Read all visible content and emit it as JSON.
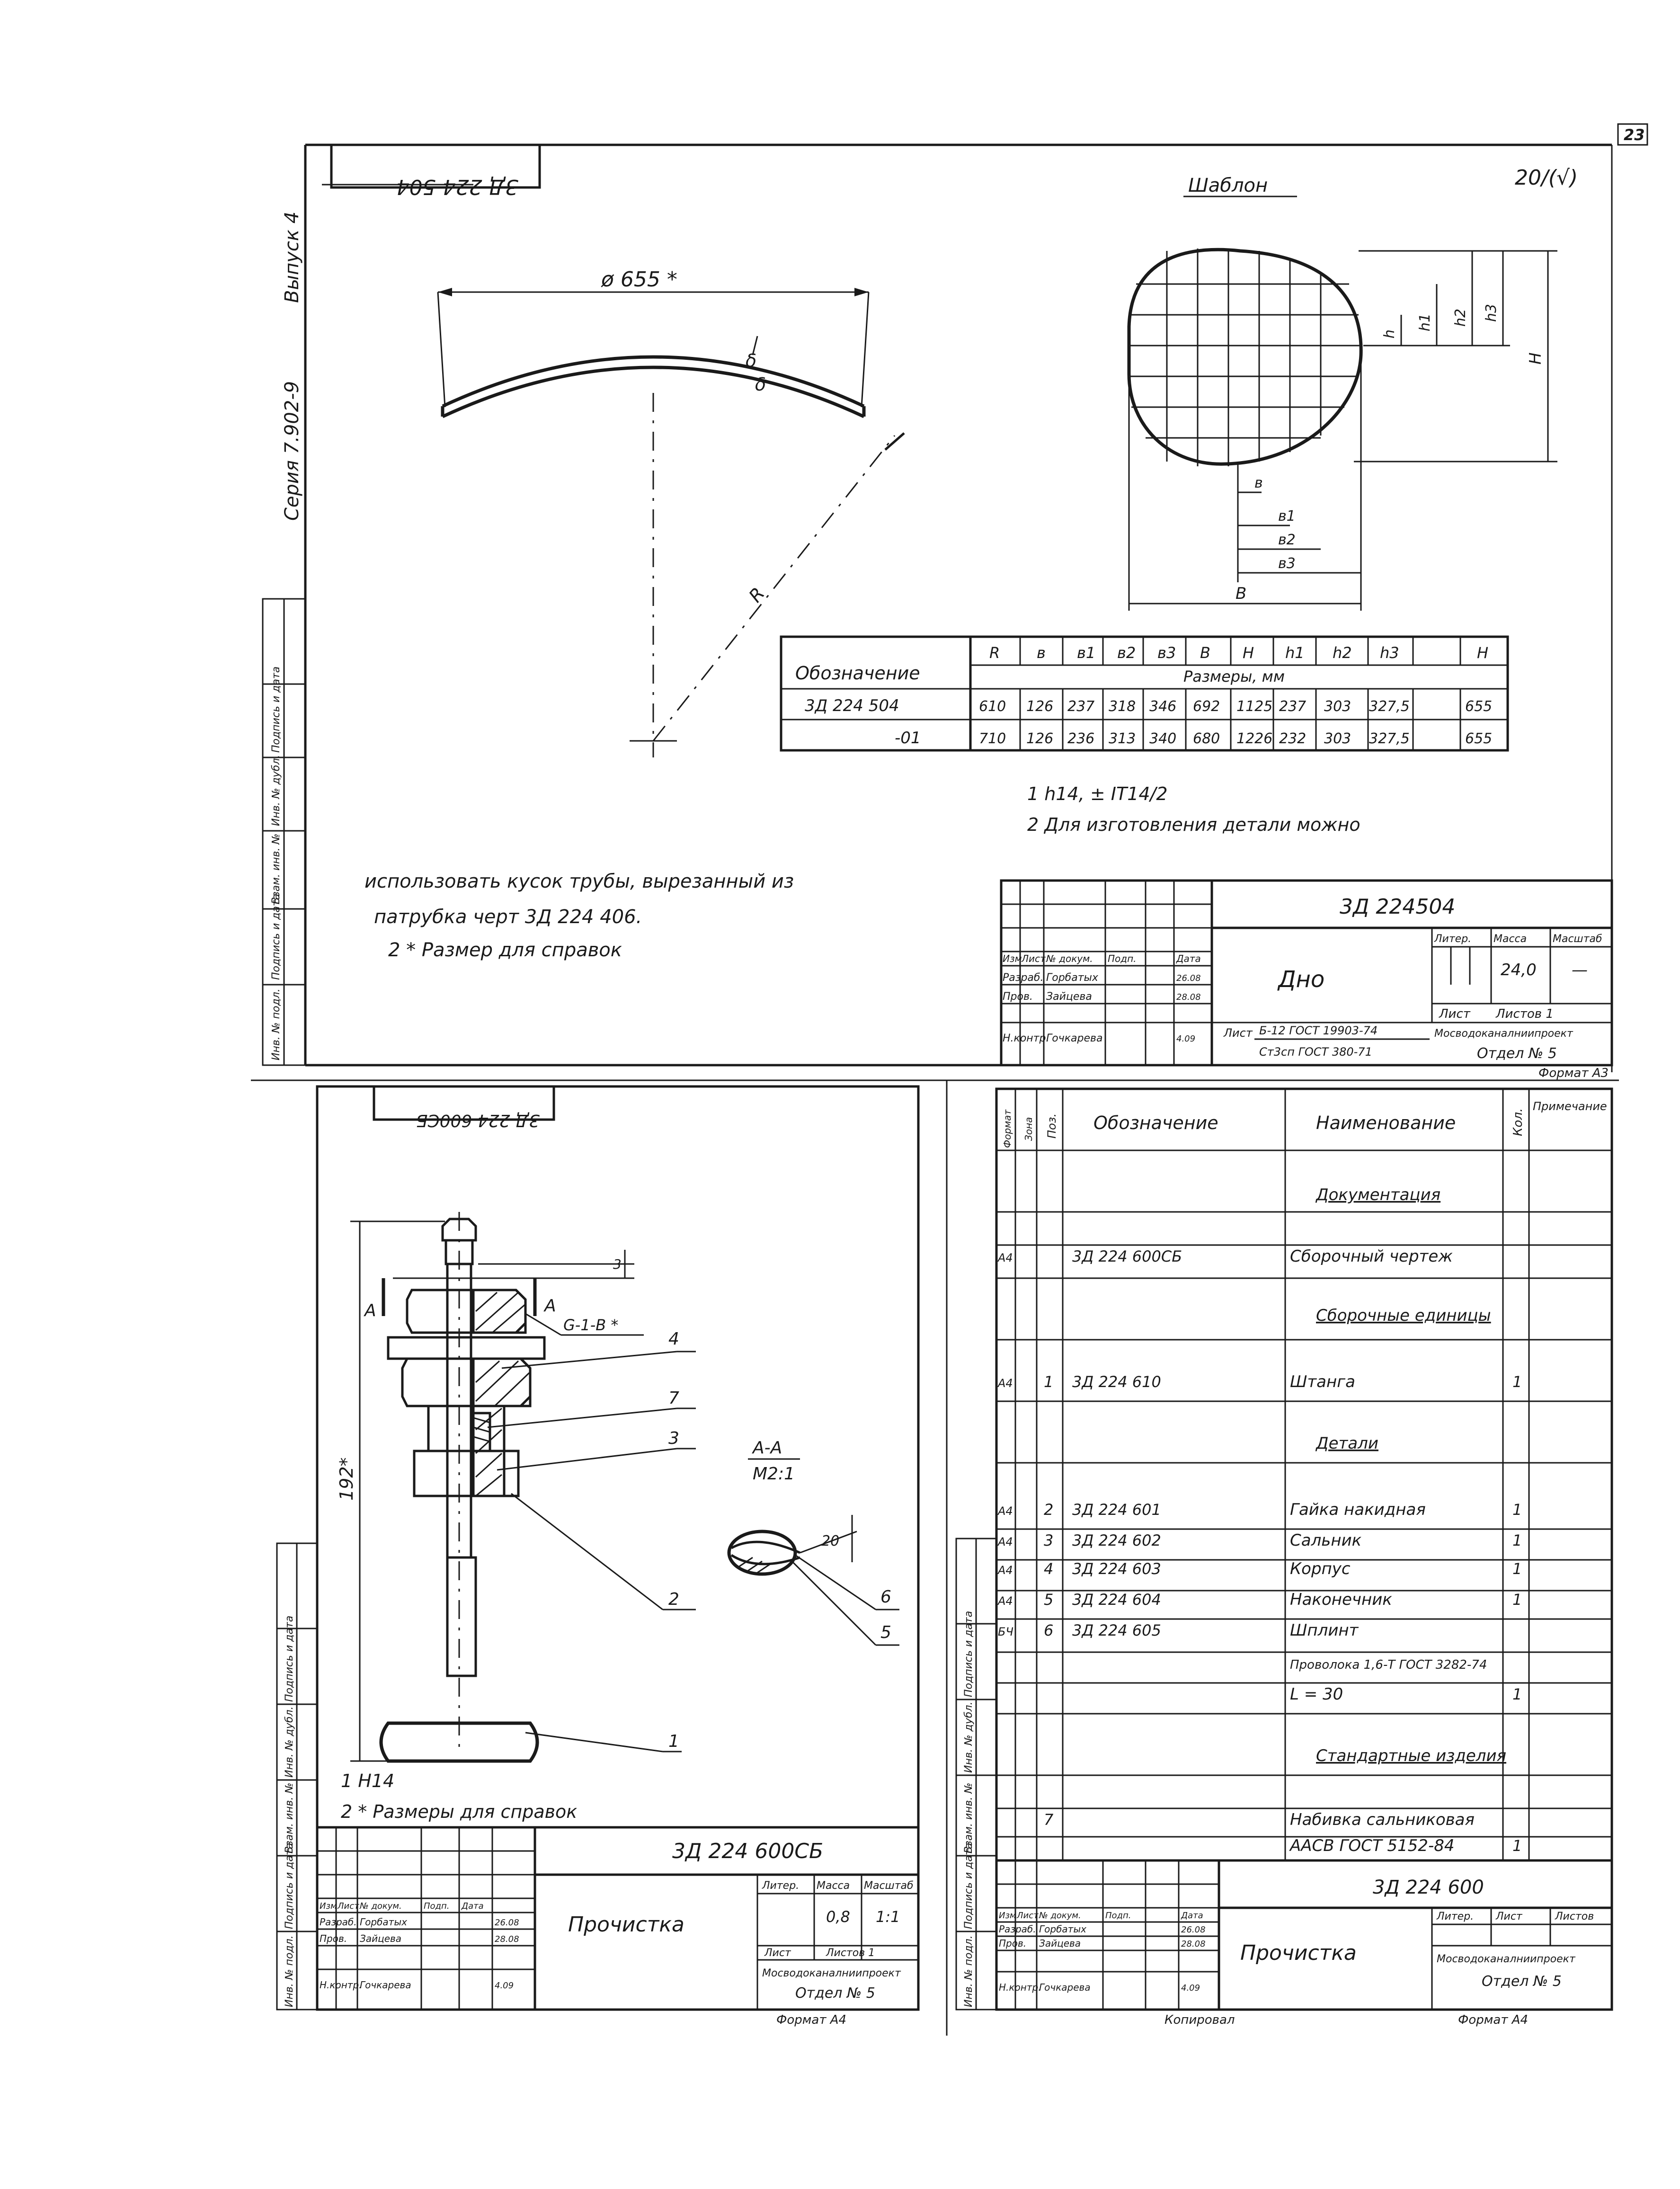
{
  "page_number": "23",
  "side_stamp": {
    "series": "Серия 7.902-9",
    "issue": "Выпуск 4"
  },
  "side_columns_top": [
    "Инв. № подл.",
    "Подпись и дата",
    "Взам. инв. №",
    "Инв. № дубл.",
    "Подпись и дата"
  ],
  "side_columns_left_bottom": [
    "Инв. № подл.",
    "Подпись и дата",
    "Взам. инв. №",
    "Инв. № дубл.",
    "Подпись и дата"
  ],
  "side_columns_right_bottom": [
    "Инв. № подл.",
    "Подпись и дата",
    "Взам. инв. №",
    "Инв. № дубл.",
    "Подпись и дата"
  ],
  "sheet1": {
    "corner_code": "3Д 224 504",
    "roughness": "20/(√)",
    "template_title": "Шаблон",
    "diameter_label": "ø 655 *",
    "thickness_label": "δ",
    "radius_label": "R",
    "template_dims": {
      "h": "h",
      "h1": "h1",
      "h2": "h2",
      "h3": "h3",
      "H": "H",
      "b": "в",
      "b1": "в1",
      "b2": "в2",
      "b3": "в3",
      "B": "В"
    },
    "table": {
      "header_label": "Обозначение",
      "sizes_label": "Размеры, мм",
      "columns": [
        "R",
        "в",
        "в1",
        "в2",
        "в3",
        "В",
        "Н",
        "h1",
        "h2",
        "h3",
        "H"
      ],
      "rows": [
        {
          "designation": "3Д 224 504",
          "values": [
            "610",
            "126",
            "237",
            "318",
            "346",
            "692",
            "1125",
            "237",
            "303",
            "327,5",
            "655"
          ]
        },
        {
          "designation": "-01",
          "values": [
            "710",
            "126",
            "236",
            "313",
            "340",
            "680",
            "1226",
            "232",
            "303",
            "327,5",
            "655"
          ]
        }
      ]
    },
    "notes": [
      "1 h14, ± IT14/2",
      "2 Для изготовления детали можно",
      "использовать кусок трубы, вырезанный из",
      "патрубка черт 3Д 224 406.",
      "2 * Размер для справок"
    ],
    "title_block": {
      "code": "3Д 224504",
      "name": "Дно",
      "col_headers": [
        "Изм",
        "Лист",
        "№ докум.",
        "Подп.",
        "Дата"
      ],
      "rows": [
        {
          "role": "Разраб.",
          "name": "Горбатых",
          "date": "26.08"
        },
        {
          "role": "Пров.",
          "name": "Зайцева",
          "date": "28.08"
        },
        {
          "role": "Н.контр.",
          "name": "Гочкарева",
          "date": "4.09"
        }
      ],
      "lit_label": "Литер.",
      "mass_label": "Масса",
      "scale_label": "Масштаб",
      "mass": "24,0",
      "scale": "—",
      "sheet_label": "Лист",
      "sheets_label": "Листов 1",
      "material_top": "Б-12 ГОСТ 19903-74",
      "material_bottom": "Ст3сп ГОСТ 380-71",
      "org_top": "Мосводоканалниипроект",
      "org_bottom": "Отдел № 5",
      "format": "Формат А3"
    }
  },
  "sheet2": {
    "corner_code": "3Д 224 600СБ",
    "section_title": "А-А",
    "section_scale": "М2:1",
    "thread_label": "G-1-B *",
    "dim_192": "192*",
    "dim_20": "20",
    "dim_3": "3",
    "section_mark": "А",
    "callouts": [
      "4",
      "7",
      "3",
      "2",
      "6",
      "5",
      "1"
    ],
    "notes": [
      "1 H14",
      "2 * Размеры для справок"
    ],
    "title_block": {
      "code": "3Д 224 600СБ",
      "name": "Прочистка",
      "col_headers": [
        "Изм",
        "Лист",
        "№ докум.",
        "Подп.",
        "Дата"
      ],
      "rows": [
        {
          "role": "Разраб.",
          "name": "Горбатых",
          "date": "26.08"
        },
        {
          "role": "Пров.",
          "name": "Зайцева",
          "date": "28.08"
        },
        {
          "role": "Н.контр.",
          "name": "Гочкарева",
          "date": "4.09"
        }
      ],
      "lit_label": "Литер.",
      "mass_label": "Масса",
      "scale_label": "Масштаб",
      "mass": "0,8",
      "scale": "1:1",
      "sheet_label": "Лист",
      "sheets_label": "Листов 1",
      "org_top": "Мосводоканалниипроект",
      "org_bottom": "Отдел № 5",
      "format": "Формат А4"
    }
  },
  "spec": {
    "headers": {
      "format": "Формат",
      "zone": "Зона",
      "pos": "Поз.",
      "designation": "Обозначение",
      "name": "Наименование",
      "qty": "Кол.",
      "note": "Примечание"
    },
    "rows": [
      {
        "format": "",
        "pos": "",
        "designation": "",
        "name": "Документация",
        "qty": "",
        "heading": true
      },
      {
        "format": "А4",
        "pos": "",
        "designation": "3Д 224 600СБ",
        "name": "Сборочный чертеж",
        "qty": ""
      },
      {
        "format": "",
        "pos": "",
        "designation": "",
        "name": "Сборочные единицы",
        "qty": "",
        "heading": true
      },
      {
        "format": "А4",
        "pos": "1",
        "designation": "3Д 224 610",
        "name": "Штанга",
        "qty": "1"
      },
      {
        "format": "",
        "pos": "",
        "designation": "",
        "name": "Детали",
        "qty": "",
        "heading": true
      },
      {
        "format": "А4",
        "pos": "2",
        "designation": "3Д 224 601",
        "name": "Гайка накидная",
        "qty": "1"
      },
      {
        "format": "А4",
        "pos": "3",
        "designation": "3Д 224 602",
        "name": "Сальник",
        "qty": "1"
      },
      {
        "format": "А4",
        "pos": "4",
        "designation": "3Д 224 603",
        "name": "Корпус",
        "qty": "1"
      },
      {
        "format": "А4",
        "pos": "5",
        "designation": "3Д 224 604",
        "name": "Наконечник",
        "qty": "1"
      },
      {
        "format": "БЧ",
        "pos": "6",
        "designation": "3Д 224 605",
        "name": "Шплинт",
        "qty": ""
      },
      {
        "format": "",
        "pos": "",
        "designation": "",
        "name": "Проволока 1,6-Т ГОСТ 3282-74",
        "qty": ""
      },
      {
        "format": "",
        "pos": "",
        "designation": "",
        "name": "L = 30",
        "qty": "1"
      },
      {
        "format": "",
        "pos": "",
        "designation": "",
        "name": "Стандартные изделия",
        "qty": "",
        "heading": true
      },
      {
        "format": "",
        "pos": "7",
        "designation": "",
        "name": "Набивка сальниковая",
        "qty": ""
      },
      {
        "format": "",
        "pos": "",
        "designation": "",
        "name": "ААСВ ГОСТ 5152-84",
        "qty": "1"
      }
    ],
    "title_block": {
      "code": "3Д 224 600",
      "name": "Прочистка",
      "col_headers": [
        "Изм",
        "Лист",
        "№ докум.",
        "Подп.",
        "Дата"
      ],
      "rows": [
        {
          "role": "Разраб.",
          "name": "Горбатых",
          "date": "26.08"
        },
        {
          "role": "Пров.",
          "name": "Зайцева",
          "date": "28.08"
        },
        {
          "role": "Н.контр.",
          "name": "Гочкарева",
          "date": "4.09"
        }
      ],
      "lit_label": "Литер.",
      "sheet_label": "Лист",
      "sheets_label": "Листов",
      "org_top": "Мосводоканалниипроект",
      "org_bottom": "Отдел № 5",
      "copied": "Копировал",
      "format": "Формат А4"
    }
  }
}
